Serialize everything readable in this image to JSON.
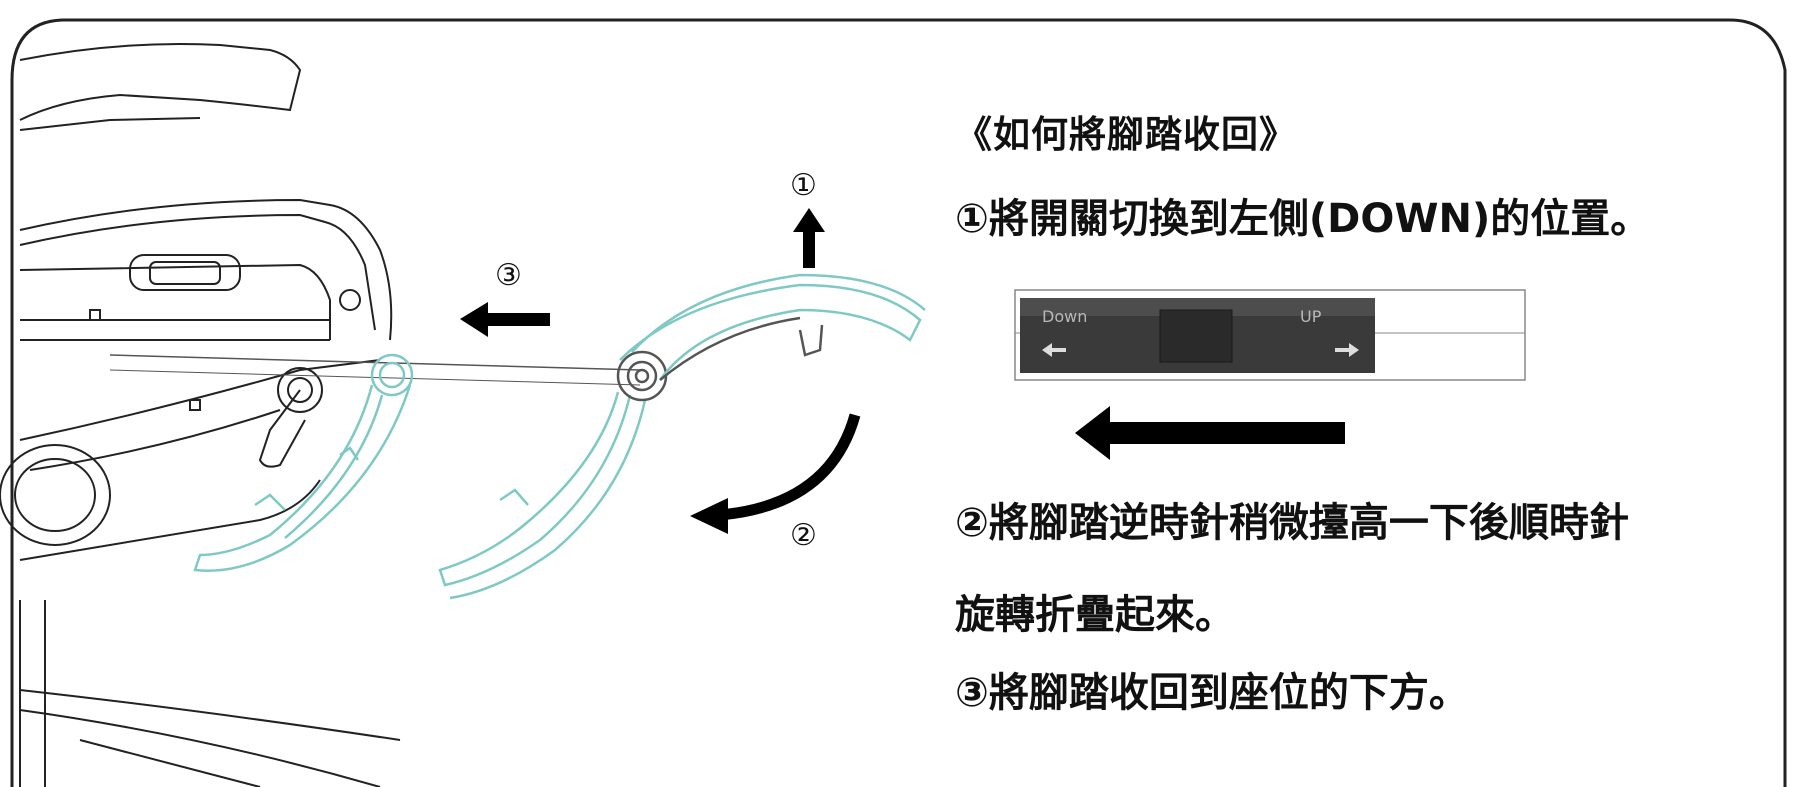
{
  "heading": "《如何將腳踏收回》",
  "steps": {
    "step1": "①將開關切換到左側(DOWN)的位置。",
    "step2_line1": "②將腳踏逆時針稍微擡高一下後順時針",
    "step2_line2": "旋轉折疊起來。",
    "step3": "③將腳踏收回到座位的下方。"
  },
  "callouts": {
    "one": "①",
    "two": "②",
    "three": "③"
  },
  "switch": {
    "down_label": "Down",
    "up_label": "UP"
  },
  "colors": {
    "line_art": "#222222",
    "footrest_outline": "#7fc9c5",
    "arrow": "#000000",
    "switch_dark": "#3a3a3a"
  },
  "icons": {
    "step1_arrow": "arrow-up-icon",
    "step2_arrow": "curved-arrow-icon",
    "step3_arrow": "arrow-left-icon",
    "switch_direction_arrow": "arrow-left-icon"
  }
}
